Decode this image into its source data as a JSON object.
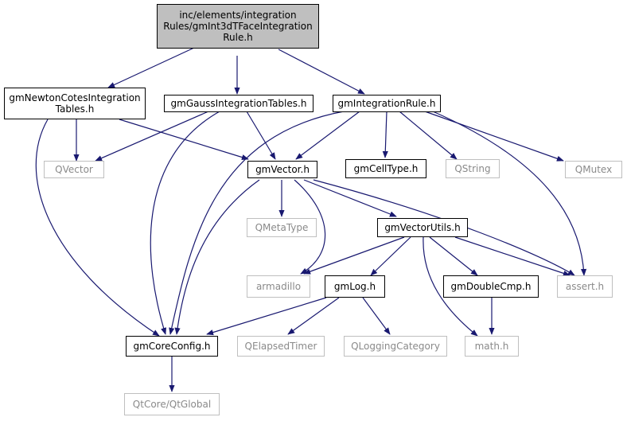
{
  "colors": {
    "edge": "#191970",
    "external_border": "#bfbfbf",
    "root_fill": "#bfbfbf"
  },
  "nodes": {
    "root": "inc/elements/integration\nRules/gmInt3dTFaceIntegration\nRule.h",
    "newtonCotes": "gmNewtonCotesIntegration\nTables.h",
    "gaussTables": "gmGaussIntegrationTables.h",
    "integrationRule": "gmIntegrationRule.h",
    "qvector": "QVector",
    "gmVector": "gmVector.h",
    "gmCellType": "gmCellType.h",
    "qstring": "QString",
    "qmutex": "QMutex",
    "qmetatype": "QMetaType",
    "vectorUtils": "gmVectorUtils.h",
    "armadillo": "armadillo",
    "gmLog": "gmLog.h",
    "doubleCmp": "gmDoubleCmp.h",
    "assert": "assert.h",
    "coreConfig": "gmCoreConfig.h",
    "elapsedTimer": "QElapsedTimer",
    "loggingCategory": "QLoggingCategory",
    "math": "math.h",
    "qtGlobal": "QtCore/QtGlobal"
  }
}
